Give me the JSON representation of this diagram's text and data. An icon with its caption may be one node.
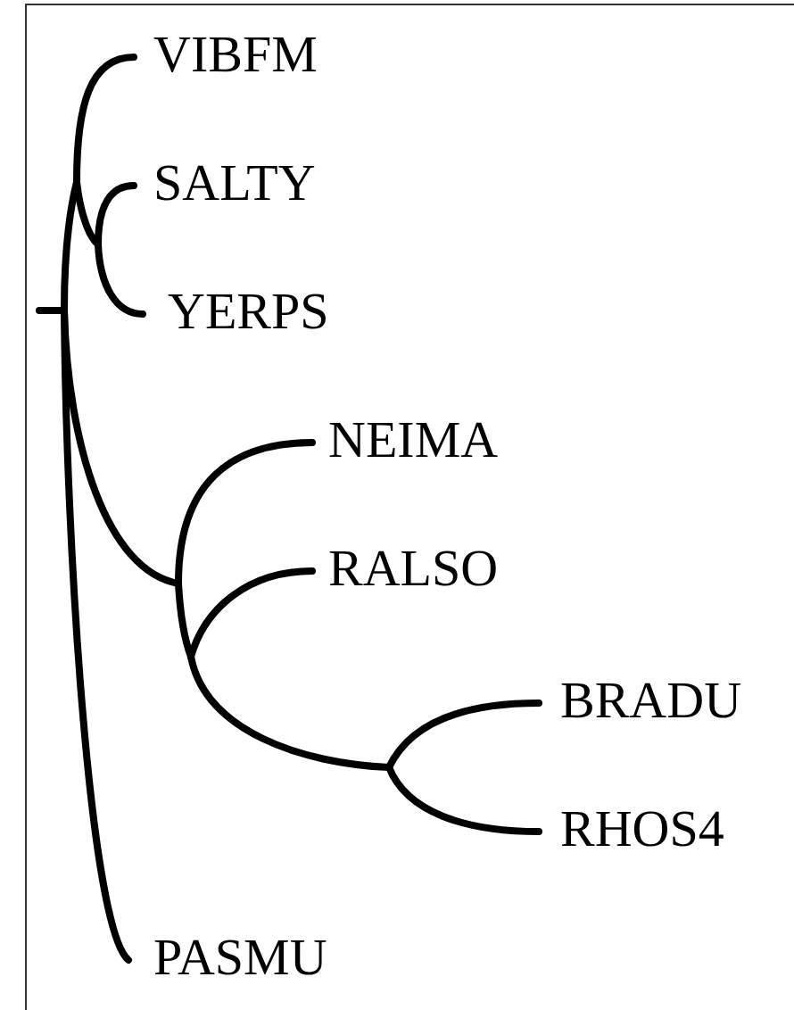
{
  "diagram": {
    "labels": [
      "VIBFM",
      "SALTY",
      "YERPS",
      "NEIMA",
      "RALSO",
      "BRADU",
      "RHOS4",
      "PASMU"
    ]
  }
}
